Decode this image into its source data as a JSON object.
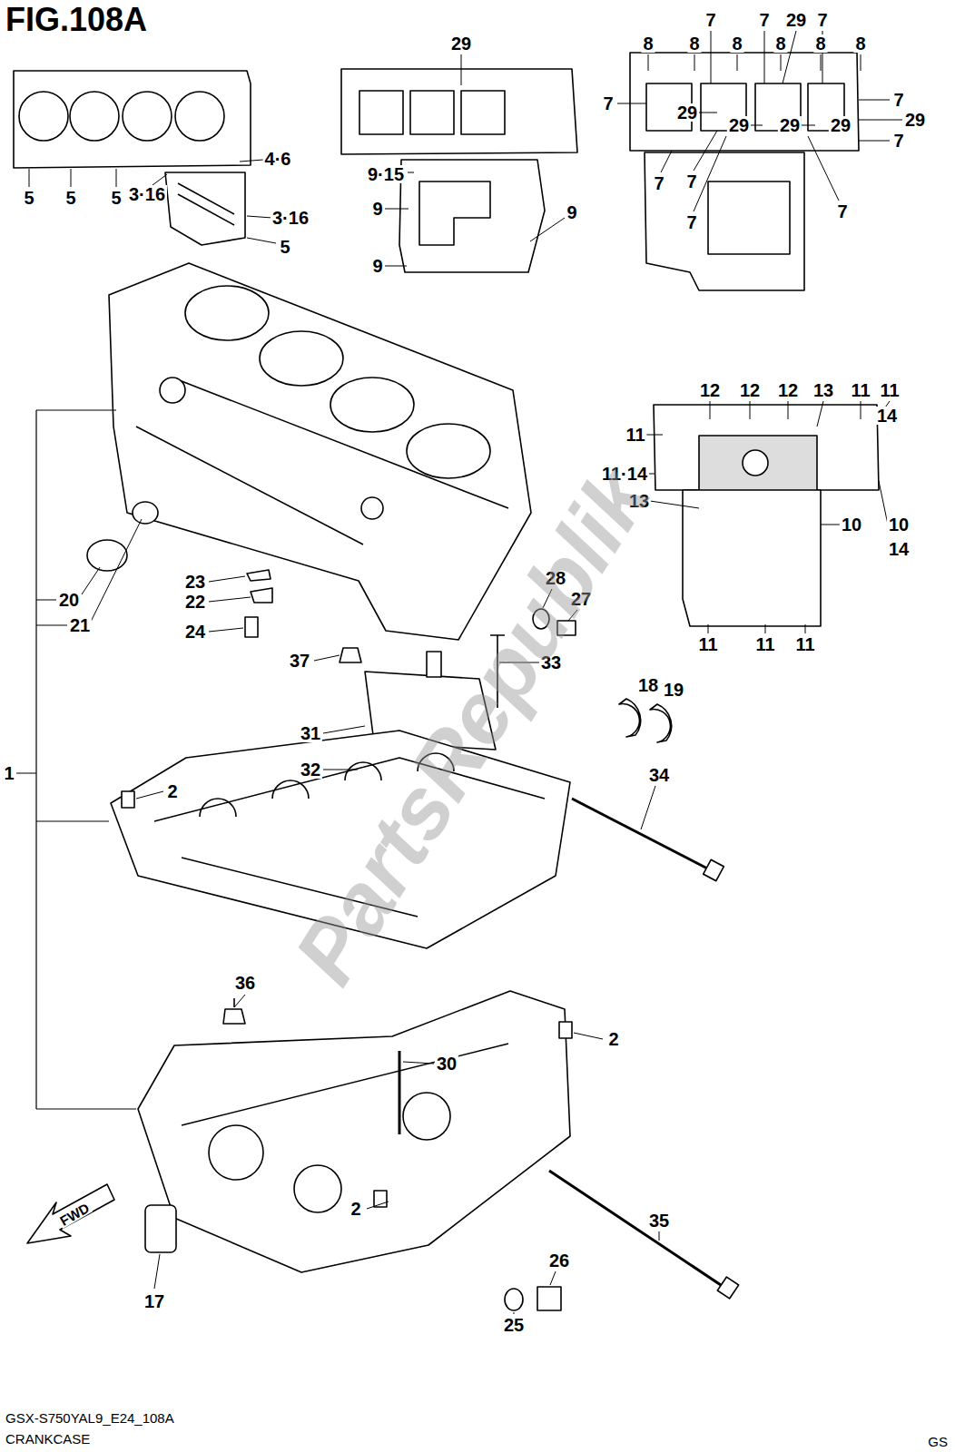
{
  "diagram": {
    "title": "FIG.108A",
    "caption": "CRANKCASE",
    "labels": [
      "4·6",
      "5",
      "5",
      "5",
      "3·16",
      "3·16",
      "5",
      "29",
      "9·15",
      "9",
      "9",
      "9",
      "8",
      "8",
      "8",
      "8",
      "8",
      "8",
      "7",
      "7",
      "29",
      "7",
      "7",
      "29",
      "29",
      "29",
      "29",
      "7",
      "29",
      "7",
      "7",
      "7",
      "7",
      "7",
      "12",
      "12",
      "12",
      "13",
      "11",
      "11",
      "14",
      "11",
      "11·14",
      "13",
      "10",
      "10",
      "14",
      "11",
      "11",
      "11",
      "1",
      "20",
      "21",
      "23",
      "22",
      "24",
      "28",
      "27",
      "37",
      "33",
      "18",
      "19",
      "31",
      "32",
      "2",
      "34",
      "36",
      "2",
      "30",
      "2",
      "35",
      "26",
      "17",
      "25",
      "FWD",
      "GSX-S750YAL9_E24_108A",
      "GS",
      "PartsRepublik"
    ]
  }
}
